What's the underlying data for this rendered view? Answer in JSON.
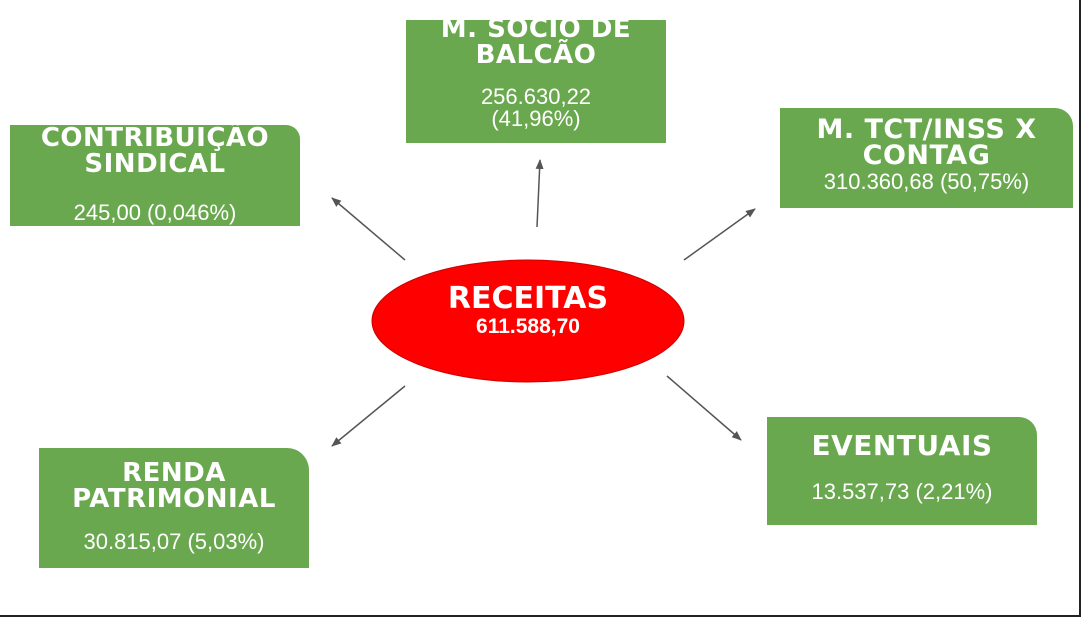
{
  "center": {
    "title": "RECEITAS",
    "value": "611.588,70",
    "color": "#ff0000"
  },
  "box_color": "#6aa84f",
  "boxes": {
    "balcao": {
      "title": "M. SÓCIO DE\nBALCÃO",
      "value": "256.630,22\n(41,96%)"
    },
    "contribuicao": {
      "title": "CONTRIBUIÇÃO\nSINDICAL",
      "value": "245,00 (0,046%)"
    },
    "contag": {
      "title": "M. TCT/INSS X\nCONTAG",
      "value": "310.360,68 (50,75%)"
    },
    "renda": {
      "title": "RENDA\nPATRIMONIAL",
      "value": "30.815,07 (5,03%)"
    },
    "eventuais": {
      "title": "EVENTUAIS",
      "value": "13.537,73 (2,21%)"
    }
  }
}
